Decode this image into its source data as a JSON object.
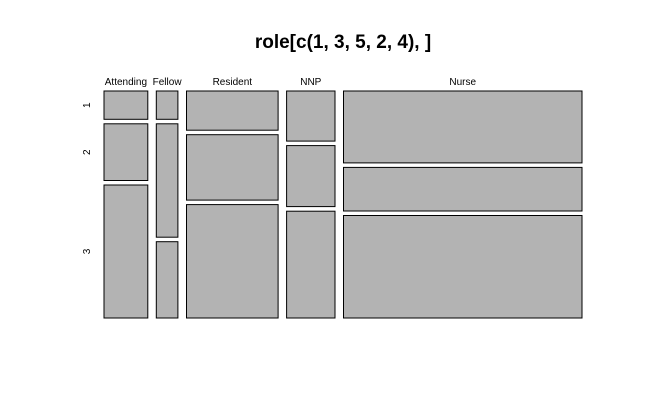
{
  "chart_data": {
    "type": "mosaic",
    "title": "role[c(1, 3, 5, 2, 4), ]",
    "columns": [
      "Attending",
      "Fellow",
      "Resident",
      "NNP",
      "Nurse"
    ],
    "rows": [
      "1",
      "2",
      "3"
    ],
    "column_widths": [
      0.077,
      0.038,
      0.161,
      0.085,
      0.419
    ],
    "cell_fractions": [
      [
        0.13,
        0.26,
        0.61
      ],
      [
        0.13,
        0.52,
        0.35
      ],
      [
        0.18,
        0.3,
        0.52
      ],
      [
        0.23,
        0.28,
        0.49
      ],
      [
        0.33,
        0.2,
        0.47
      ]
    ],
    "fill_color": "#b3b3b3",
    "border_color": "#000000"
  }
}
